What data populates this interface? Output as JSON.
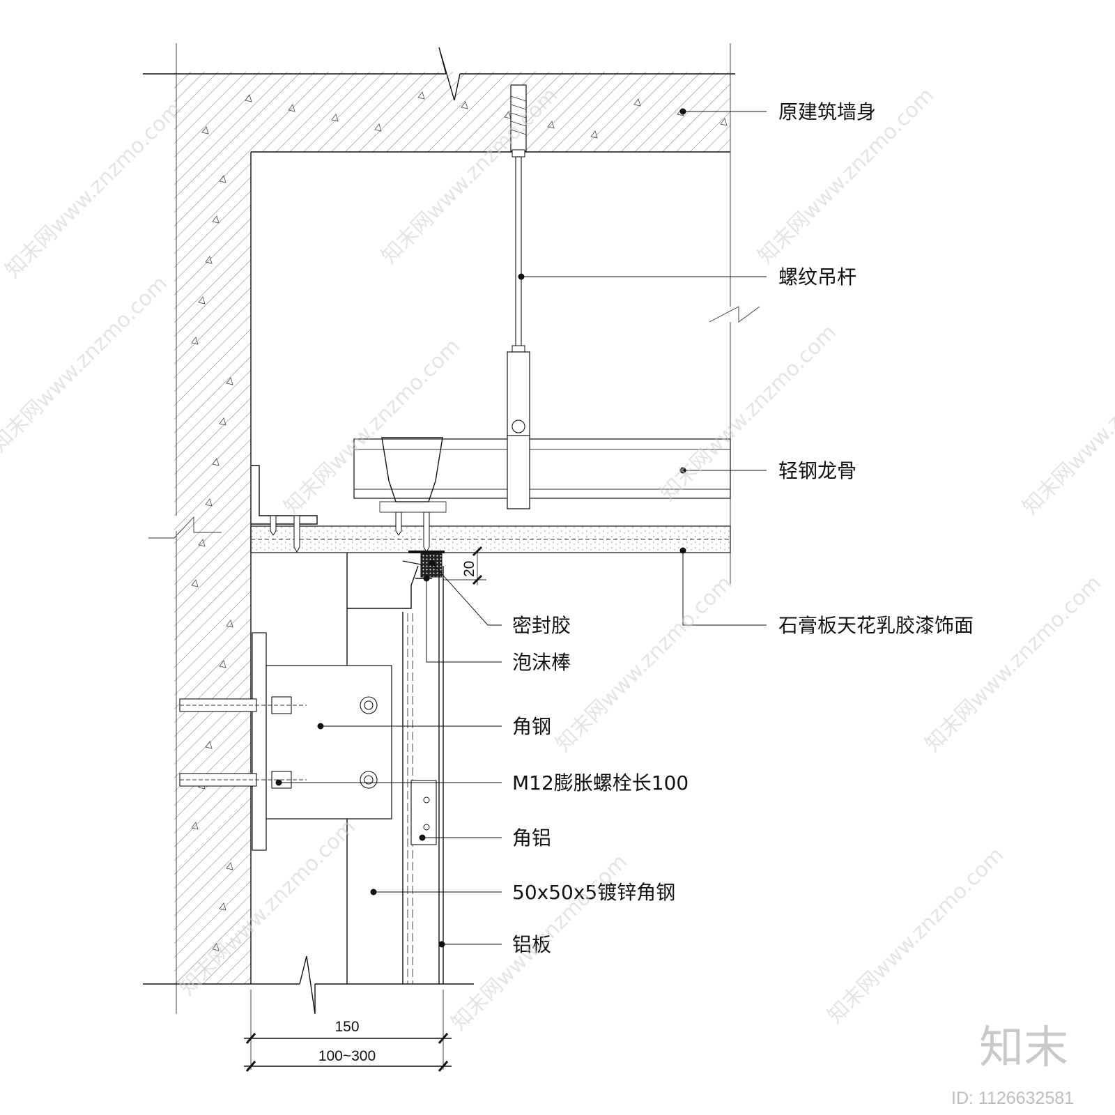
{
  "labels": {
    "original_wall": "原建筑墙身",
    "threaded_rod": "螺纹吊杆",
    "light_steel_keel": "轻钢龙骨",
    "gypsum_ceiling": "石膏板天花乳胶漆饰面",
    "sealant": "密封胶",
    "foam_rod": "泡沫棒",
    "angle_steel": "角钢",
    "expansion_bolt": "M12膨胀螺栓长100",
    "angle_aluminum": "角铝",
    "galvanized_angle": "50x50x5镀锌角钢",
    "aluminum_panel": "铝板"
  },
  "dimensions": {
    "gap": "20",
    "width": "150",
    "range": "100~300"
  },
  "watermark": {
    "text": "知末网www.znzmo.com",
    "brand": "知末",
    "id": "ID: 1126632581"
  },
  "colors": {
    "line": "#111111",
    "hatch": "#444444",
    "watermark": "#cfcfcf"
  }
}
